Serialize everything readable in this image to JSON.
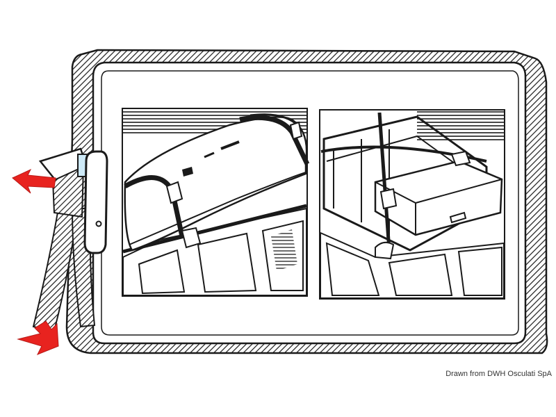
{
  "credit": "Drawn from DWH Osculati SpA",
  "colors": {
    "ink": "#1a1a1a",
    "arrow": "#e8231f",
    "buckle_window": "#cde9f7",
    "paper": "#ffffff"
  },
  "panels": [
    {
      "name": "left-panel",
      "depicts": "cylindrical roof bag strapped across a car roof rack"
    },
    {
      "name": "right-panel",
      "depicts": "rectangular roof box secured with crossed straps"
    }
  ],
  "arrows": [
    {
      "name": "pull-arrow-top"
    },
    {
      "name": "pull-arrow-bottom"
    }
  ]
}
